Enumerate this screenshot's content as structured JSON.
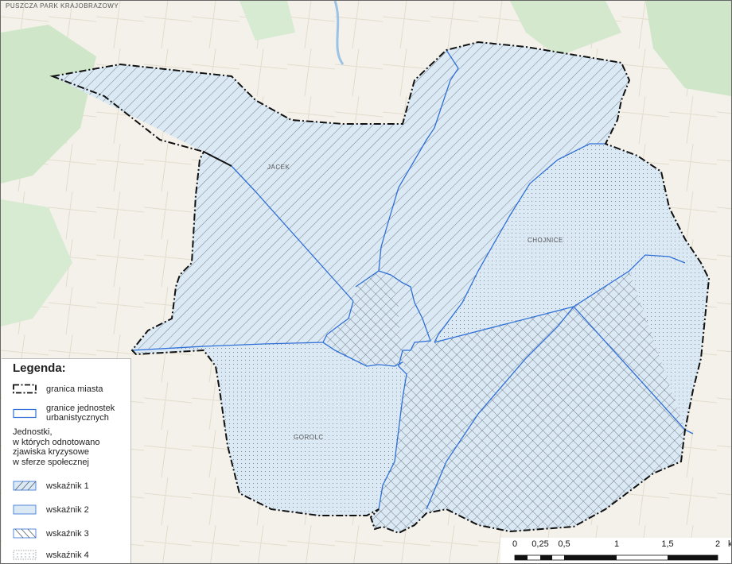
{
  "map": {
    "top_margin_text": "PUSZCZA PARK KRAJOBRAZOWY",
    "place_labels": [
      "JACEK",
      "CHOJNICE",
      "GOROLC"
    ]
  },
  "legend": {
    "title": "Legenda:",
    "city_boundary": "granica miasta",
    "unit_boundary_line1": "granice jednostek",
    "unit_boundary_line2": "urbanistycznych",
    "note_lines": [
      "Jednostki,",
      "w których odnotowano",
      "zjawiska kryzysowe",
      "w sferze społecznej"
    ],
    "indicators": [
      "wskaźnik 1",
      "wskaźnik 2",
      "wskaźnik 3",
      "wskaźnik 4"
    ]
  },
  "scale": {
    "ticks": [
      "0",
      "0,25",
      "0,5",
      "1",
      "1,5",
      "2"
    ],
    "unit": "km"
  },
  "colors": {
    "background": "#f3f1ea",
    "zone_fill": "#dbe9f4",
    "unit_line": "#2f6fd6",
    "city_line": "#111111",
    "hatch": "#4a5560",
    "forest": "#cfe6c9"
  }
}
